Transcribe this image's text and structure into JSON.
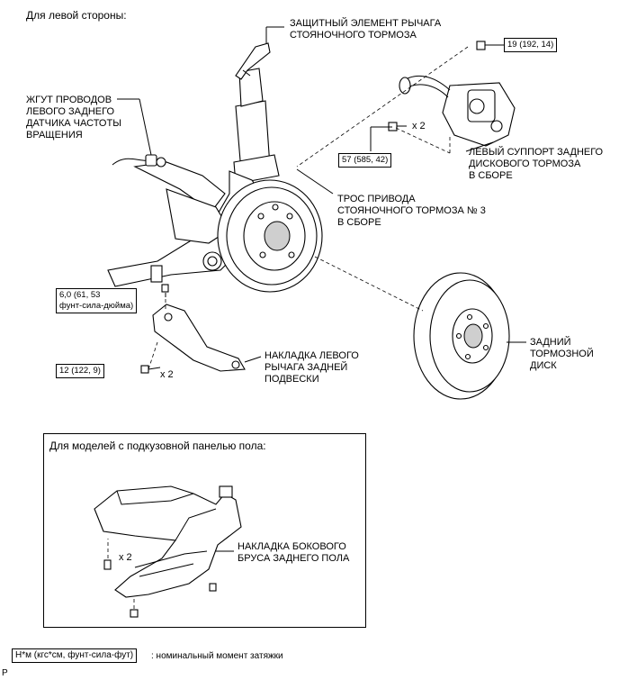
{
  "header": {
    "title": "Для левой стороны:"
  },
  "labels": {
    "parking_brake_guard": [
      "ЗАЩИТНЫЙ ЭЛЕМЕНТ РЫЧАГА",
      "СТОЯНОЧНОГО ТОРМОЗА"
    ],
    "wire_harness": [
      "ЖГУТ ПРОВОДОВ",
      "ЛЕВОГО ЗАДНЕГО",
      "ДАТЧИКА ЧАСТОТЫ",
      "ВРАЩЕНИЯ"
    ],
    "caliper": [
      "ЛЕВЫЙ СУППОРТ ЗАДНЕГО",
      "ДИСКОВОГО ТОРМОЗА",
      "В СБОРЕ"
    ],
    "cable": [
      "ТРОС ПРИВОДА",
      "СТОЯНОЧНОГО ТОРМОЗА № 3",
      "В СБОРЕ"
    ],
    "disc": [
      "ЗАДНИЙ",
      "ТОРМОЗНОЙ",
      "ДИСК"
    ],
    "arm_cover": [
      "НАКЛАДКА ЛЕВОГО",
      "РЫЧАГА ЗАДНЕЙ",
      "ПОДВЕСКИ"
    ],
    "floor_cover": [
      "НАКЛАДКА БОКОВОГО",
      "БРУСА ЗАДНЕГО ПОЛА"
    ]
  },
  "torque": {
    "t19": "19 (192, 14)",
    "t57": "57 (585, 42)",
    "t6": [
      "6,0 (61, 53",
      "фунт-сила-дюйма)"
    ],
    "t12": "12 (122, 9)"
  },
  "multipliers": {
    "m1": "x 2",
    "m2": "x 2",
    "m3": "x 2"
  },
  "inset": {
    "title": "Для моделей с подкузовной панелью пола:"
  },
  "legend": {
    "box": "Н*м (кгс*см, фунт-сила-фут)",
    "text": ": номинальный момент затяжки"
  },
  "footer": {
    "mark": "P"
  }
}
